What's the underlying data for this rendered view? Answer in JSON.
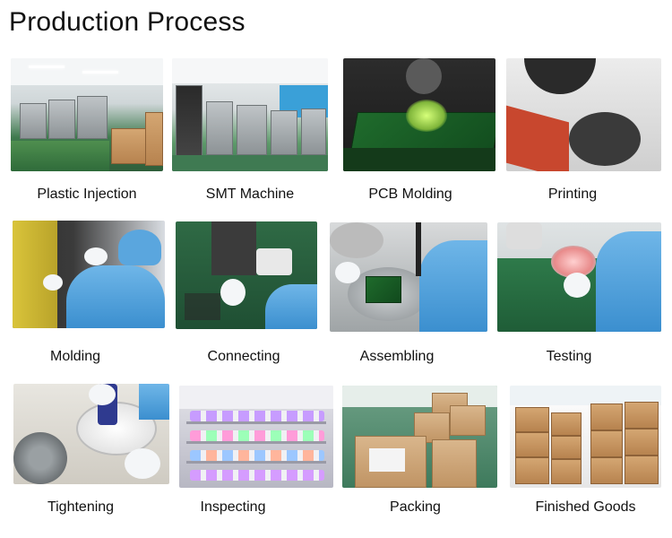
{
  "page": {
    "title": "Production Process"
  },
  "steps": [
    {
      "label": "Plastic Injection"
    },
    {
      "label": "SMT Machine"
    },
    {
      "label": "PCB Molding"
    },
    {
      "label": "Printing"
    },
    {
      "label": "Molding"
    },
    {
      "label": "Connecting"
    },
    {
      "label": "Assembling"
    },
    {
      "label": "Testing"
    },
    {
      "label": "Tightening"
    },
    {
      "label": "Inspecting"
    },
    {
      "label": "Packing"
    },
    {
      "label": "Finished Goods"
    }
  ]
}
